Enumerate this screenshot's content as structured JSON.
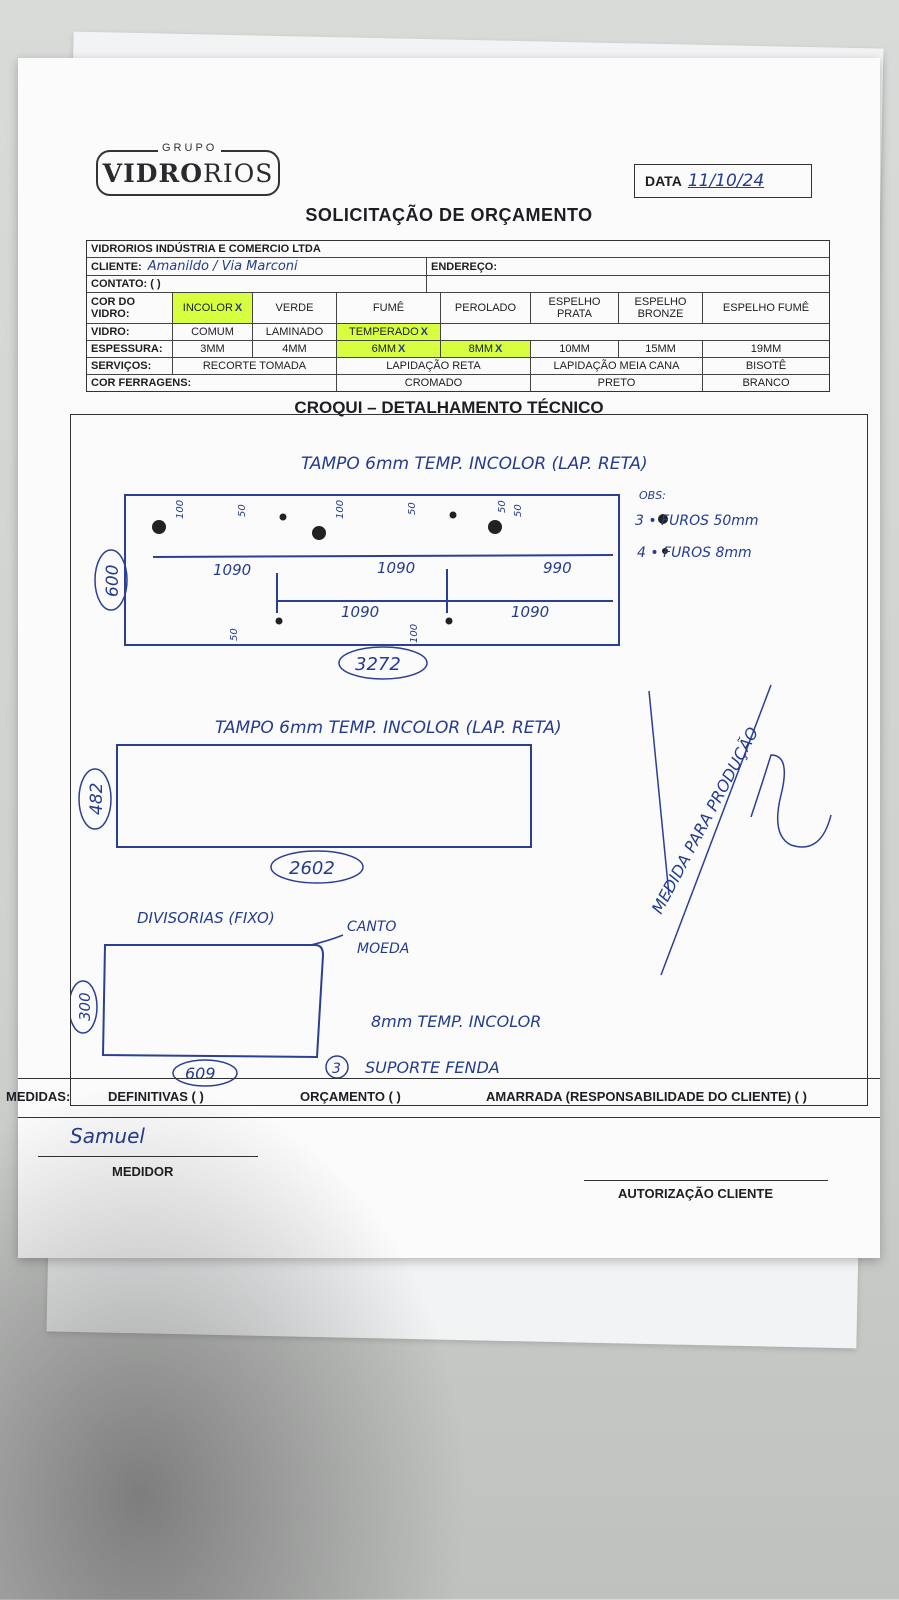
{
  "logo": {
    "group": "GRUPO",
    "brand_bold": "VIDRO",
    "brand_light": "RIOS"
  },
  "date": {
    "label": "DATA",
    "value": "11/10/24"
  },
  "title": "SOLICITAÇÃO DE ORÇAMENTO",
  "form": {
    "company": "VIDRORIOS INDÚSTRIA E COMERCIO LTDA",
    "client_label": "CLIENTE:",
    "client_value": "Amanildo / Via Marconi",
    "address_label": "ENDEREÇO:",
    "address_value": "",
    "contact_label": "CONTATO: (   )",
    "color_label": "COR DO VIDRO:",
    "colors": [
      "INCOLOR",
      "VERDE",
      "FUMÊ",
      "PEROLADO",
      "ESPELHO PRATA",
      "ESPELHO BRONZE",
      "ESPELHO FUMÊ"
    ],
    "glass_label": "VIDRO:",
    "glass": [
      "COMUM",
      "LAMINADO",
      "TEMPERADO"
    ],
    "thickness_label": "ESPESSURA:",
    "thickness": [
      "3MM",
      "4MM",
      "6MM",
      "8MM",
      "10MM",
      "15MM",
      "19MM"
    ],
    "services_label": "SERVIÇOS:",
    "services": [
      "RECORTE TOMADA",
      "LAPIDAÇÃO RETA",
      "LAPIDAÇÃO MEIA CANA",
      "BISOTÊ"
    ],
    "hardware_label": "COR FERRAGENS:",
    "hardware": [
      "CROMADO",
      "PRETO",
      "BRANCO"
    ],
    "mark": "X",
    "highlight_color": "#d7ff3f"
  },
  "croqui": {
    "title": "CROQUI – DETALHAMENTO TÉCNICO",
    "d1_caption": "TAMPO 6mm TEMP. INCOLOR (LAP. RETA)",
    "obs": "OBS:",
    "legend1": "3  •  FUROS 50mm",
    "legend2": "4  •  FUROS 8mm",
    "dims_top": [
      "1090",
      "1090",
      "990"
    ],
    "dims_bottom": [
      "1090",
      "1090"
    ],
    "hole_offsets": [
      "100",
      "50",
      "100",
      "50",
      "50",
      "100",
      "50",
      "50"
    ],
    "height1": "600",
    "width1": "3272",
    "d2_caption": "TAMPO 6mm TEMP. INCOLOR (LAP. RETA)",
    "height2": "482",
    "width2": "2602",
    "d3_caption": "DIVISORIAS (FIXO)",
    "canto": "CANTO",
    "moeda": "MOEDA",
    "d3_spec": "8mm TEMP. INCOLOR",
    "support_count": "3",
    "support_text": "SUPORTE FENDA",
    "height3": "300",
    "width3": "609",
    "side_note": "MEDIDA PARA PRODUÇÃO"
  },
  "footer": {
    "medidas": "MEDIDAS:",
    "definitivas": "DEFINITIVAS (  )",
    "orcamento": "ORÇAMENTO (  )",
    "amarrada": "AMARRADA (RESPONSABILIDADE DO CLIENTE) (  )",
    "medidor_name": "Samuel",
    "medidor_label": "MEDIDOR",
    "autorizacao": "AUTORIZAÇÃO CLIENTE"
  }
}
